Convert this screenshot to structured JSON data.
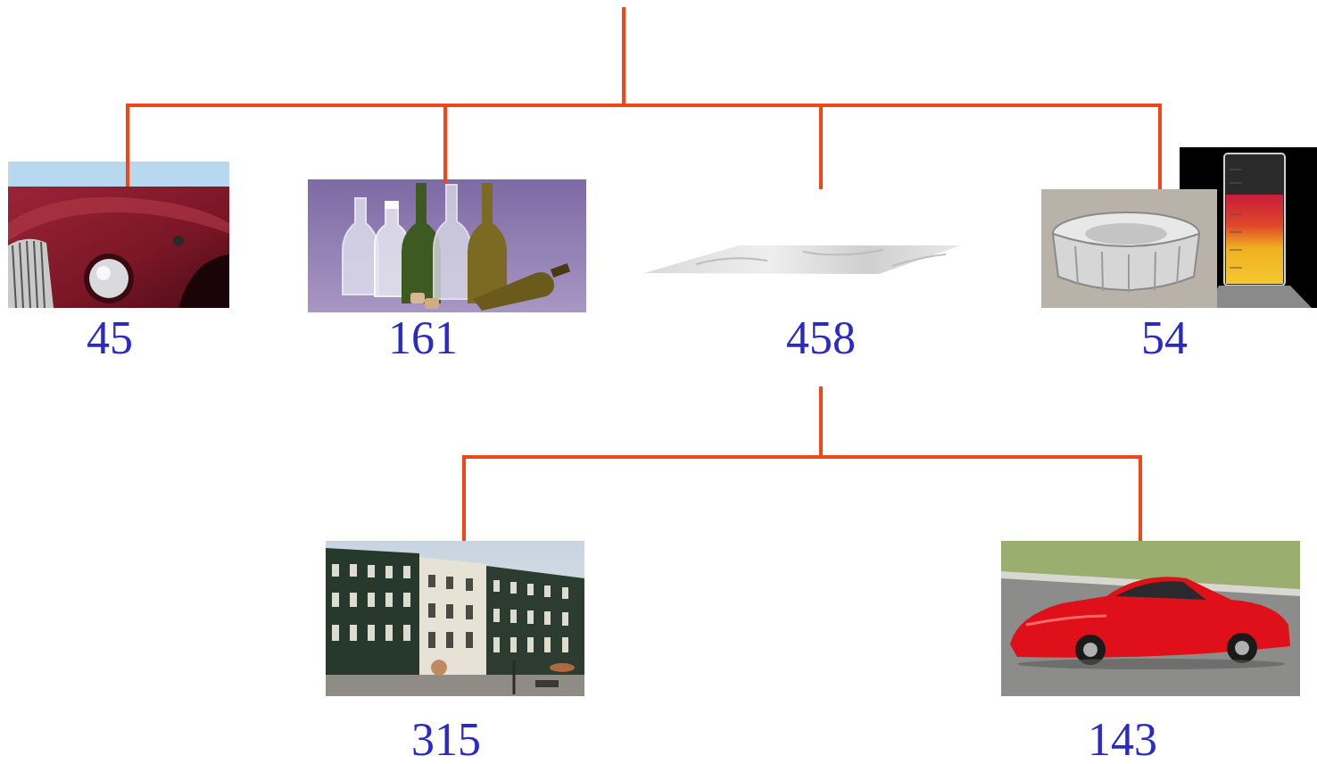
{
  "diagram": {
    "nodes": [
      {
        "text": [
          "45"
        ]
      },
      {
        "text": [
          "161"
        ]
      },
      {
        "text": [
          "458"
        ]
      },
      {
        "text": [
          "54"
        ]
      },
      {
        "text": [
          "315"
        ]
      },
      {
        "text": [
          "143"
        ]
      }
    ],
    "edges": [
      {
        "from": 2,
        "to": 4,
        "arrow": "none"
      },
      {
        "from": 2,
        "to": 5,
        "arrow": "none"
      }
    ]
  }
}
